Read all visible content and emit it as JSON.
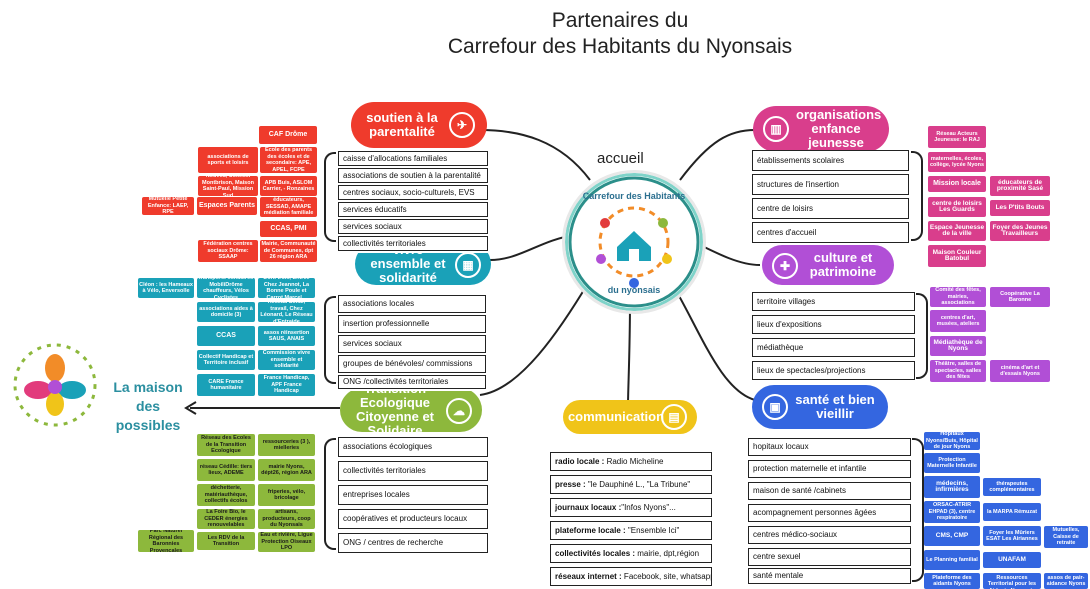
{
  "title_line1": "Partenaires du",
  "title_line2": "Carrefour des Habitants du Nyonsais",
  "center": {
    "top_label": "accueil",
    "logo_line1": "Carrefour des Habitants",
    "logo_line2": "du nyonsais"
  },
  "maison": {
    "line1": "La maison",
    "line2": "des",
    "line3": "possibles"
  },
  "colors": {
    "red": "#ef3b2c",
    "blue": "#1aa1b8",
    "green": "#8db83c",
    "yellow": "#f0c419",
    "magenta": "#d93e8c",
    "purple": "#b14fd6",
    "navy": "#3466e0"
  },
  "branches": {
    "parentalite": {
      "title": "soutien à la parentalité",
      "icon": "rocket-icon",
      "items": [
        "caisse d'allocations familiales",
        "associations de soutien à la parentalité",
        "centres sociaux, socio-culturels, EVS",
        "services éducatifs",
        "services sociaux",
        "collectivités territoriales"
      ]
    },
    "vivre": {
      "title": "vivre ensemble et solidarité",
      "icon": "calendar-icon",
      "items": [
        "associations locales",
        "insertion professionnelle",
        "services sociaux",
        "groupes de bénévoles/ commissions",
        "ONG  /collectivités territoriales"
      ]
    },
    "transition": {
      "title": "Transition Ecologique Citoyenne et Solidaire",
      "icon": "cloud-icon",
      "items": [
        "associations écologiques",
        "collectivités territoriales",
        "entreprises locales",
        "coopératives et producteurs locaux",
        "ONG / centres de recherche"
      ]
    },
    "communication": {
      "title": "communication",
      "icon": "clipboard-icon",
      "items": [
        {
          "label": "radio locale :",
          "value": " Radio Micheline"
        },
        {
          "label": "presse :",
          "value": " \"le Dauphiné L., \"La Tribune\""
        },
        {
          "label": "journaux locaux :",
          "value": "\"Infos Nyons\"..."
        },
        {
          "label": "plateforme locale :",
          "value": " \"Ensemble Ici\""
        },
        {
          "label": "collectivités locales :",
          "value": " mairie, dpt,région"
        },
        {
          "label": "réseaux internet :",
          "value": " Facebook, site, whatsapp"
        }
      ]
    },
    "enfance": {
      "title": "organisations enfance jeunesse",
      "icon": "chart-icon",
      "items": [
        "établissements scolaires",
        "structures de l'insertion",
        "centre de loisirs",
        "centres d'accueil"
      ]
    },
    "culture": {
      "title": "culture et patrimoine",
      "icon": "puzzle-icon",
      "items": [
        "territoire villages",
        "lieux d'expositions",
        "médiathèque",
        "lieux de spectacles/projections"
      ]
    },
    "sante": {
      "title": "santé et bien vieillir",
      "icon": "document-icon",
      "items": [
        "hopitaux locaux",
        "protection maternelle et infantile",
        "maison de santé /cabinets",
        "acompagnement personnes âgées",
        "centres médico-sociaux",
        "centre sexuel",
        "santé mentale"
      ]
    }
  },
  "partners": {
    "red": [
      "CAF Drôme",
      "associations de sports et loisirs",
      "Ecole des parents des écoles et de secondaire: APE, APEL, FCPE",
      "Nouvea, Collectif Montbrison, Maison Saint-Paul, Mission Sud",
      "APB Buis, ASLOM Carrier, - Ronzaines",
      "Mutuelle Petite Enfance: LAEP, RPE",
      "Espaces Parents",
      "éducateurs, SESSAD, AMAPE médiation familiale",
      "CCAS, PMI",
      "Fédération centres sociaux Drôme: SSAAP",
      "Mairie, Communauté de Communes, dpt 26 région ARA"
    ],
    "blue": [
      "Cléon : les Hameaux à Vélo, Enversolle",
      "transports solidaires MobiliDrôme chauffeurs, Vélos Cyclistes",
      "Dont trois, Entrée Chez Jeannot, La Bonne Poule et Carrot Marcel...",
      "associations aides à domicile (3)",
      "Réseau Simaf, travail, Chez Léonard, Le Réseau d'Entraide",
      "CCAS",
      "assos réinsertion SAUS, ANAIS",
      "Collectif Handicap et Territoire inclusif",
      "Commission vivre ensemble et solidarité",
      "CARE France humanitaire",
      "France Handicap, APF France Handicap"
    ],
    "green": [
      "Réseau des Ecoles de la Transition Ecologique",
      "ressourceries (3 ), mielleries",
      "réseau Cédille: tiers lieux, ADEME",
      "mairie Nyons, dépt26, région ARA",
      "déchetterie, matériauthèque, collectifs écolos",
      "friperies, vélo, bricolage",
      "La Foire Bio, le CEDER énergies renouvelables",
      "artisans, producteurs, coop du Nyonsais",
      "Parc Naturel Régional des Baronnies Provençales",
      "Les RDV de la Transition",
      "Eau et rivière, Ligue Protection Oiseaux LPO"
    ],
    "mag": [
      "Réseau Acteurs Jeunesse: le RAJ",
      "maternelles, écoles, collège, lycée Nyons",
      "Mission locale",
      "éducateurs de proximité Sasé",
      "centre de loisirs Les Guards",
      "Les P'tits Bouts",
      "Espace Jeunesse de la ville",
      "Foyer des Jeunes Travailleurs",
      "Maison Couleur Batobul"
    ],
    "purple": [
      "Comité des fêtes, mairies, associations",
      "Coopérative La Baronne",
      "centres d'art, musées, ateliers",
      "Médiathèque de Nyons",
      "Théâtre, salles de spectacles, salles des fêtes",
      "cinéma d'art et d'essais Nyons"
    ],
    "navy": [
      "Hôpitaux Nyons/Buis, Hôpital de jour Nyons",
      "Protection Maternelle Infantile",
      "médecins, infirmières",
      "thérapeutes complémentaires",
      "ORSAC-ATRIR EHPAD (3), centre respiratoire",
      "la MARPA Rémuzat",
      "CMS, CMP",
      "Foyer les Mûriers ESAT Les Airiannes",
      "Mutuelles, Caisse de retraite",
      "Le Planning familial",
      "UNAFAM",
      "Plateforme des aidants Nyons",
      "Centre de Ressources Territorial pour les Aidants Nyonsais",
      "assos de pair-aidance Nyons"
    ]
  }
}
